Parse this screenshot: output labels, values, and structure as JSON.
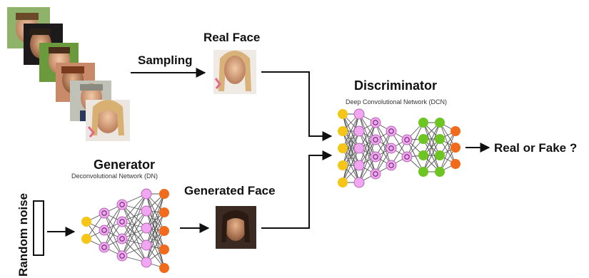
{
  "labels": {
    "real_face": "Real Face",
    "sampling": "Sampling",
    "discriminator": "Discriminator",
    "discriminator_sub": "Deep Convolutional Network (DCN)",
    "generator": "Generator",
    "generator_sub": "Deconvolutional Network (DN)",
    "generated_face": "Generated Face",
    "output": "Real or Fake ?",
    "input": "Random noise"
  },
  "colors": {
    "yellow": "#f5c518",
    "pink": "#f0a6f0",
    "pink_stroke": "#b865b8",
    "green": "#6cc520",
    "orange": "#f26a1b",
    "edge": "#555555",
    "arrow": "#111111"
  },
  "icons": {
    "photo_stack": "face-photo-stack",
    "real_face": "face-photo",
    "generated_face": "face-photo"
  }
}
